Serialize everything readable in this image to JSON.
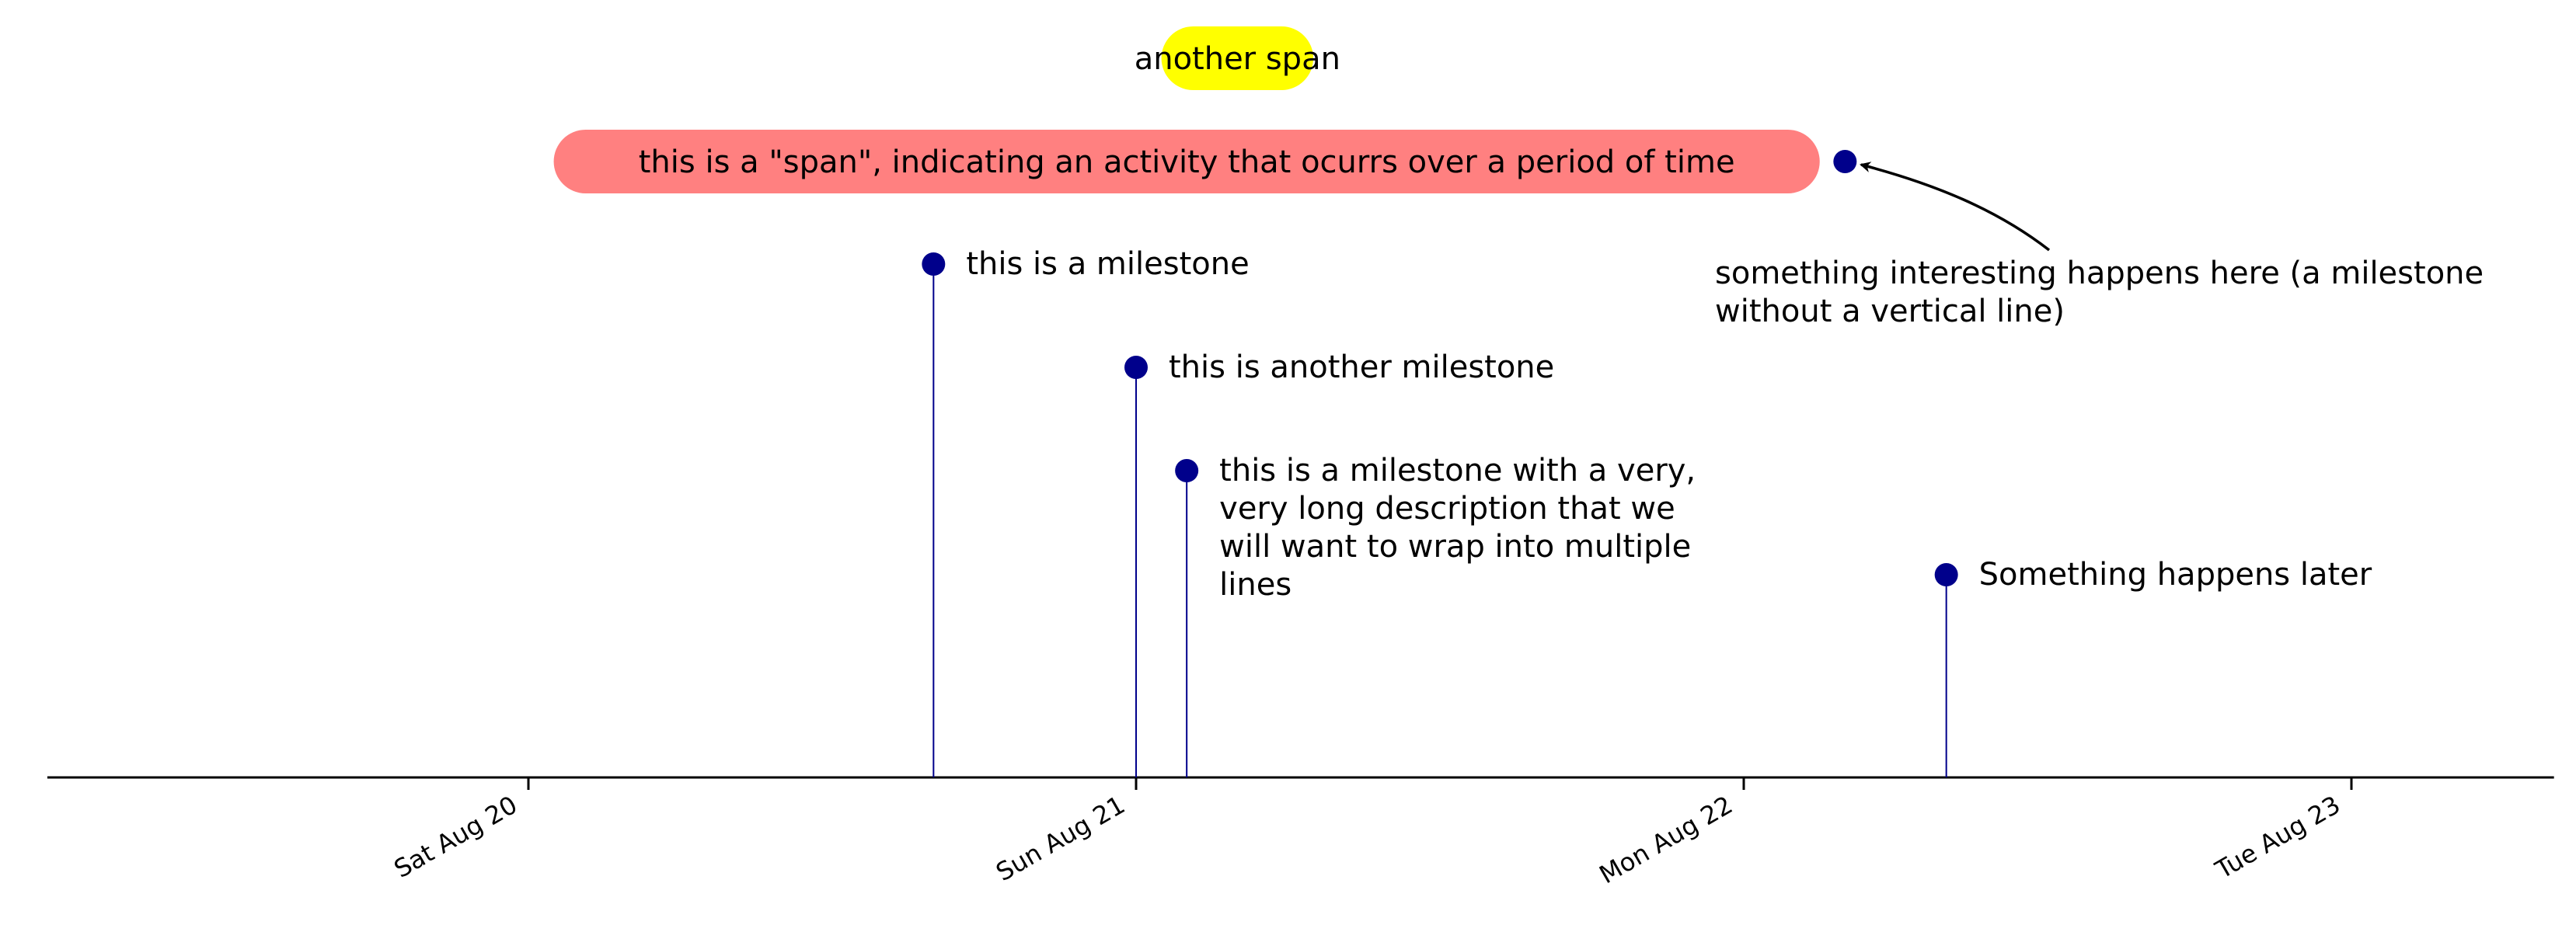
{
  "chart_data": {
    "type": "timeline",
    "x_axis": {
      "type": "date",
      "range": [
        "2022-08-19T05:00",
        "2022-08-23T08:00"
      ],
      "ticks": [
        {
          "value": "2022-08-20",
          "label": "Sat Aug 20"
        },
        {
          "value": "2022-08-21",
          "label": "Sun Aug 21"
        },
        {
          "value": "2022-08-22",
          "label": "Mon Aug 22"
        },
        {
          "value": "2022-08-23",
          "label": "Tue Aug 23"
        }
      ]
    },
    "grid": false,
    "spans": [
      {
        "label": "this is a \"span\", indicating an activity that ocurrs over a period of time",
        "start": "2022-08-20T01:00",
        "end": "2022-08-22T03:00",
        "color": "#ff8080"
      },
      {
        "label": "another span",
        "start": "2022-08-21T01:00",
        "end": "2022-08-21T07:00",
        "color": "#ffff00"
      }
    ],
    "milestones": [
      {
        "label": "this is a milestone",
        "date": "2022-08-20T16:00",
        "vertical_line": true
      },
      {
        "label": "this is another milestone",
        "date": "2022-08-21T00:00",
        "vertical_line": true
      },
      {
        "label": "this is a milestone with a very, very long description that we will want to wrap into multiple lines",
        "date": "2022-08-21T02:00",
        "vertical_line": true
      },
      {
        "label": "Something happens later",
        "date": "2022-08-22T08:00",
        "vertical_line": true
      },
      {
        "label": "something interesting happens here (a milestone without a vertical line)",
        "date": "2022-08-22T04:00",
        "vertical_line": false
      }
    ],
    "colors": {
      "marker": "#00008b",
      "line": "#00008b",
      "axis": "#000000"
    }
  }
}
